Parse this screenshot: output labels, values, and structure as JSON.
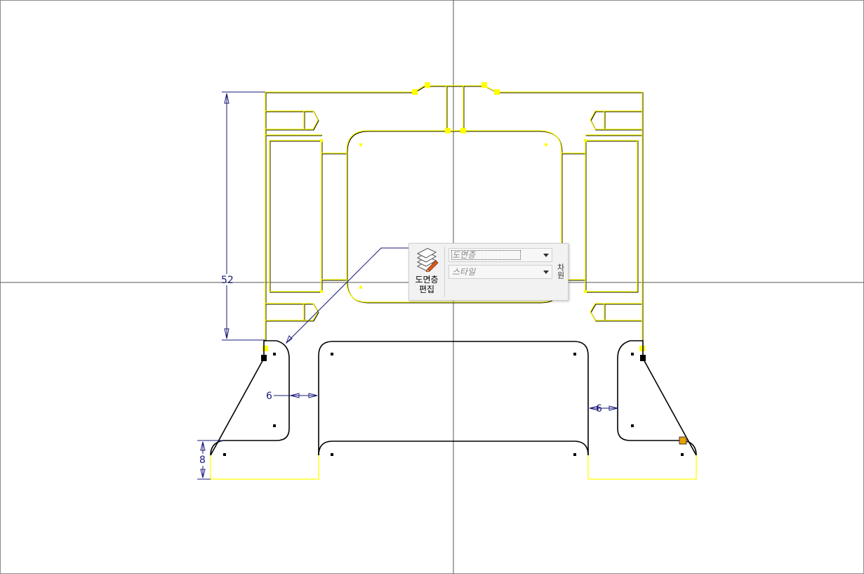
{
  "dimensions": {
    "height": "52",
    "gap_left": "6",
    "gap_right": "6",
    "foot_height": "8"
  },
  "mini_toolbar": {
    "edit_layers_label": "도면층\n편집",
    "layer_value": "도면층",
    "style_value": "스타일",
    "side_label": "차원"
  },
  "icons": {
    "edit_layers": "layers-pencil-icon",
    "dropdown": "chevron-down-icon"
  },
  "colors": {
    "selected_geometry": "#ffff00",
    "geometry": "#000000",
    "dimension": "#1a1a7a",
    "axis": "#555555",
    "handle_highlight": "#e8a000"
  }
}
